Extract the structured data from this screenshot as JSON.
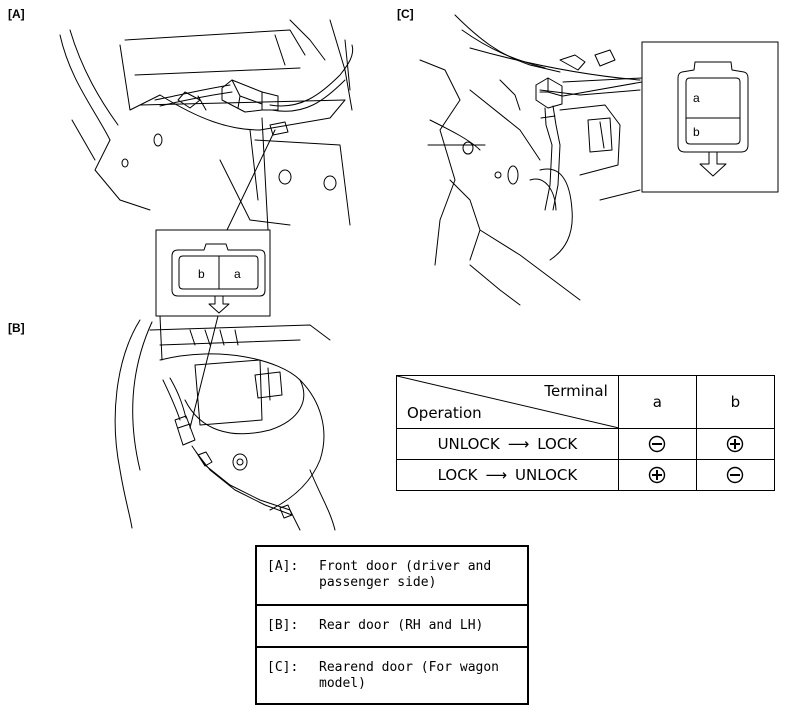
{
  "figures": {
    "front_door_label": "[A]",
    "rear_door_label": "[B]",
    "rearend_door_label": "[C]"
  },
  "connector_front": {
    "left_terminal": "b",
    "right_terminal": "a"
  },
  "connector_rearend": {
    "top_terminal": "a",
    "bottom_terminal": "b"
  },
  "terminal_table": {
    "header_terminal": "Terminal",
    "header_operation": "Operation",
    "columns": [
      "a",
      "b"
    ],
    "rows": [
      {
        "from": "UNLOCK",
        "to": "LOCK",
        "a": "minus",
        "b": "plus"
      },
      {
        "from": "LOCK",
        "to": "UNLOCK",
        "a": "plus",
        "b": "minus"
      }
    ]
  },
  "legend": [
    {
      "key": "[A]:",
      "desc": "Front door (driver and passenger side)"
    },
    {
      "key": "[B]:",
      "desc": "Rear door (RH and LH)"
    },
    {
      "key": "[C]:",
      "desc": "Rearend door (For wagon model)"
    }
  ]
}
